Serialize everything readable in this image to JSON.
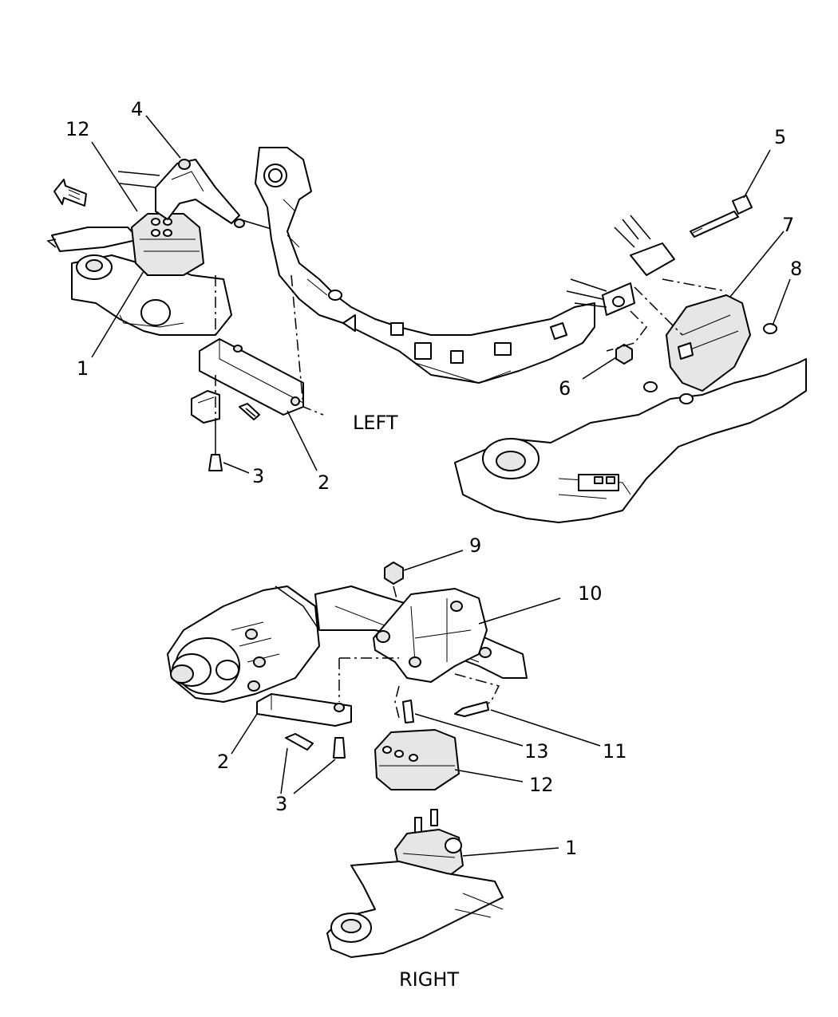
{
  "diagram": {
    "sections": {
      "left": "LEFT",
      "right": "RIGHT"
    },
    "callouts": {
      "top": [
        {
          "id": "c-12-top",
          "label": "12"
        },
        {
          "id": "c-4",
          "label": "4"
        },
        {
          "id": "c-5",
          "label": "5"
        },
        {
          "id": "c-7",
          "label": "7"
        },
        {
          "id": "c-8",
          "label": "8"
        },
        {
          "id": "c-1-top",
          "label": "1"
        },
        {
          "id": "c-6",
          "label": "6"
        },
        {
          "id": "c-3-top",
          "label": "3"
        },
        {
          "id": "c-2-top",
          "label": "2"
        }
      ],
      "bottom": [
        {
          "id": "c-9",
          "label": "9"
        },
        {
          "id": "c-10",
          "label": "10"
        },
        {
          "id": "c-13",
          "label": "13"
        },
        {
          "id": "c-11",
          "label": "11"
        },
        {
          "id": "c-2-bot",
          "label": "2"
        },
        {
          "id": "c-12-bot",
          "label": "12"
        },
        {
          "id": "c-3-bot",
          "label": "3"
        },
        {
          "id": "c-1-bot",
          "label": "1"
        }
      ]
    },
    "icons": {
      "front_arrow": "front-direction-arrow-icon"
    }
  }
}
